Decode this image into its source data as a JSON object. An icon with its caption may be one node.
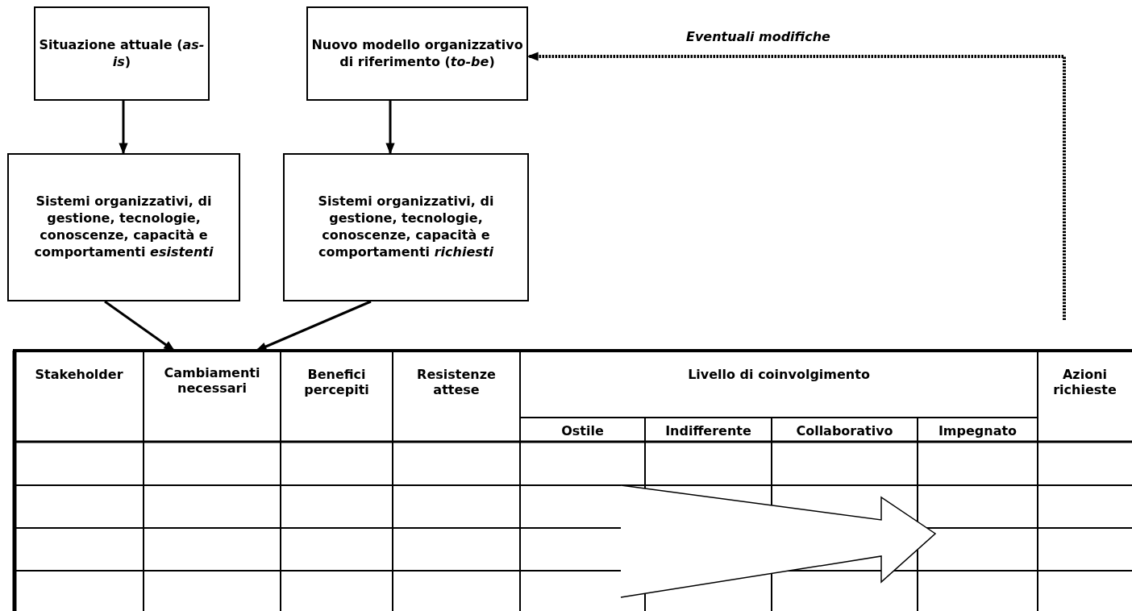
{
  "diagram": {
    "nodes": [
      {
        "text": [
          "Situazione attuale (*as-is*)"
        ]
      },
      {
        "text": [
          "Nuovo modello organizzativo di riferimento (*to-be*)"
        ]
      },
      {
        "text": [
          "Sistemi organizzativi, di gestione, tecnologie, conoscenze, capacità e comportamenti *esistenti*"
        ]
      },
      {
        "text": [
          "Sistemi organizzativi, di gestione, tecnologie, conoscenze, capacità e comportamenti *richiesti*"
        ]
      },
      {
        "text": [
          "Cambiamenti necessari"
        ]
      }
    ],
    "edges": [
      {
        "from": 0,
        "to": 2,
        "arrow": "to"
      },
      {
        "from": 1,
        "to": 3,
        "arrow": "to"
      },
      {
        "from": 2,
        "to": 4,
        "arrow": "to"
      },
      {
        "from": 3,
        "to": 4,
        "arrow": "to"
      },
      {
        "from": null,
        "to": 1,
        "arrow": "to",
        "label": "Eventuali modifiche",
        "style": "dashed"
      }
    ],
    "labels": [
      "Stakeholder",
      "Benefici percepiti",
      "Resistenze attese",
      "Livello di coinvolgimento",
      "Azioni richieste",
      "Ostile",
      "Indifferente",
      "Collaborativo",
      "Impegnato"
    ]
  }
}
